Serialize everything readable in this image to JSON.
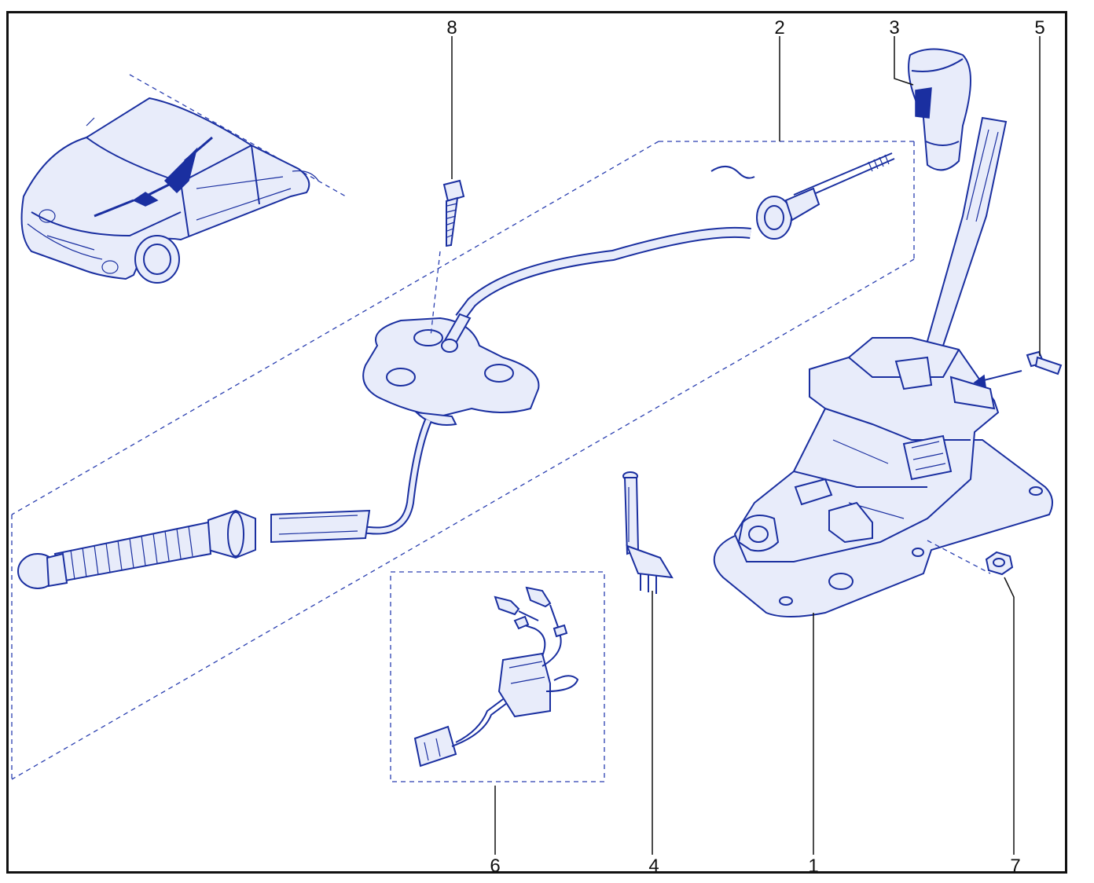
{
  "callouts": {
    "c1": "1",
    "c2": "2",
    "c3": "3",
    "c4": "4",
    "c5": "5",
    "c6": "6",
    "c7": "7",
    "c8": "8"
  },
  "colors": {
    "line": "#1a2fa0",
    "fill": "#e8ecfa",
    "frame": "#111111"
  }
}
